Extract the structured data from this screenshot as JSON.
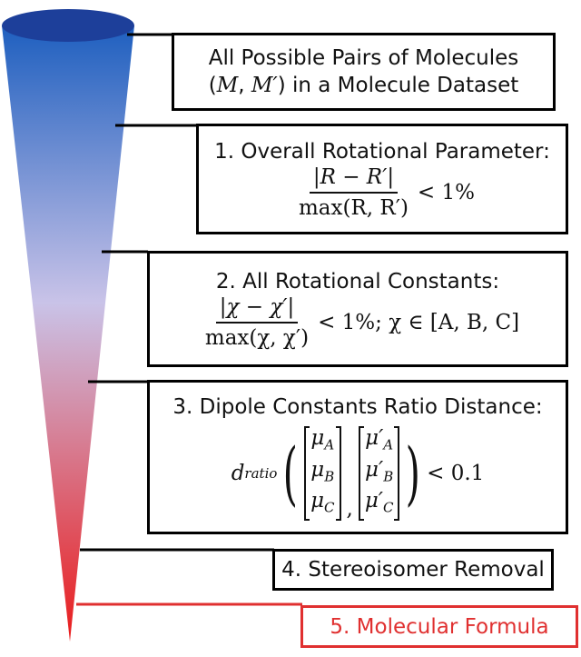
{
  "colors": {
    "funnel_top": "#1e5fbf",
    "funnel_mid": "#c9c3e8",
    "funnel_bottom": "#ea1b1b",
    "highlight": "#e03030"
  },
  "box0": {
    "line1": "All Possible Pairs of Molecules",
    "line2_prefix": "(",
    "M": "M",
    "comma": ", ",
    "Mp": "M′",
    "line2_suffix": ") in a Molecule Dataset"
  },
  "box1": {
    "title": "1. Overall Rotational Parameter:",
    "num": "|R − R′|",
    "den": "max(R, R′)",
    "cond": "< 1%"
  },
  "box2": {
    "title": "2. All Rotational Constants:",
    "num": "|χ − χ′|",
    "den": "max(χ, χ′)",
    "cond": "< 1%;  χ ∈ [A, B, C]"
  },
  "box3": {
    "title": "3. Dipole Constants Ratio Distance:",
    "d": "d",
    "ratio": "ratio",
    "v1": [
      "μ",
      "μ",
      "μ"
    ],
    "v1sub": [
      "A",
      "B",
      "C"
    ],
    "v2": [
      "μ′",
      "μ′",
      "μ′"
    ],
    "v2sub": [
      "A",
      "B",
      "C"
    ],
    "sep": ",",
    "cond": "< 0.1"
  },
  "box4": {
    "title": "4. Stereoisomer Removal"
  },
  "box5": {
    "title": "5. Molecular Formula"
  }
}
